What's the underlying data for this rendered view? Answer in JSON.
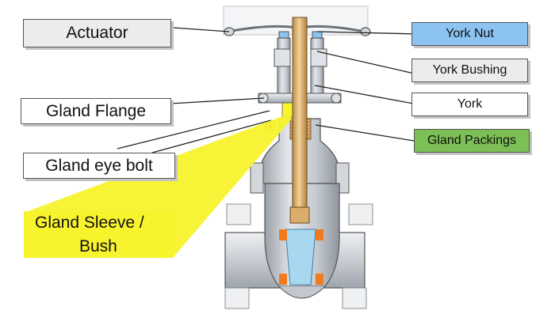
{
  "colors": {
    "york_nut_bg": "#8cc3f0",
    "york_bushing_bg": "#ececec",
    "gland_packings_bg": "#7cbf55",
    "sleeve_highlight": "#f7f32d",
    "actuator_label_bg": "#ececec",
    "stem": "#d9ad6c",
    "body_metal": "#c9cdd3",
    "seat_orange": "#f07a1c",
    "gate_blue": "#a8d8f0"
  },
  "labels": {
    "actuator": "Actuator",
    "gland_flange": "Gland Flange",
    "gland_eye_bolt": "Gland eye bolt",
    "gland_sleeve_line1": "Gland Sleeve /",
    "gland_sleeve_line2": "Bush",
    "york_nut": "York Nut",
    "york_bushing": "York Bushing",
    "york": "York",
    "gland_packings": "Gland Packings"
  }
}
